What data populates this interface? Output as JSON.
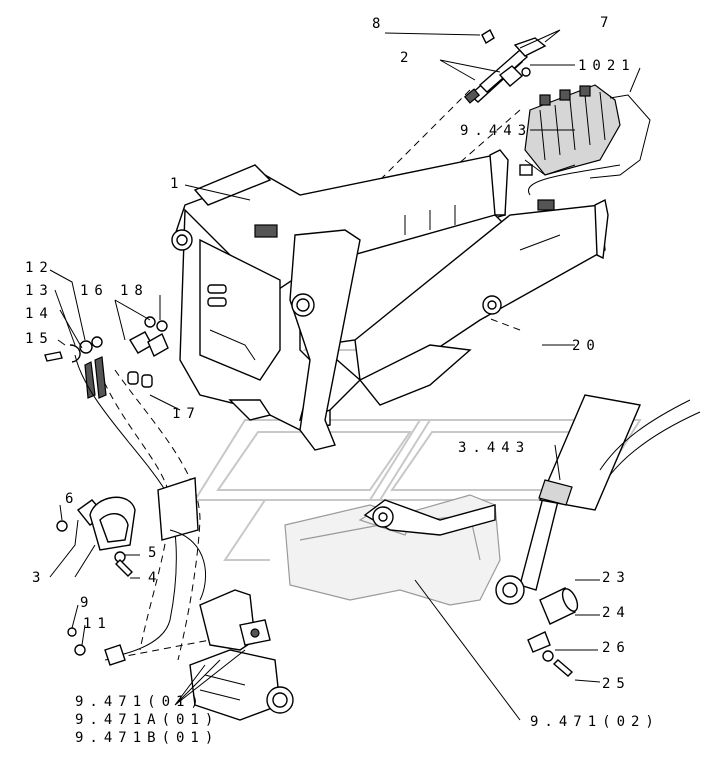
{
  "callouts": {
    "c1": "1",
    "c2": "2",
    "c3": "3",
    "c4": "4",
    "c5": "5",
    "c6": "6",
    "c7": "7",
    "c8": "8",
    "c9": "9",
    "c11": "11",
    "c12": "12",
    "c13": "13",
    "c14": "14",
    "c15": "15",
    "c16": "16",
    "c17": "17",
    "c18": "18",
    "c20": "20",
    "c23": "23",
    "c24": "24",
    "c25": "25",
    "c26": "26",
    "c1021": "1021"
  },
  "refs": {
    "r9443": "9.443",
    "r3443": "3.443",
    "r947101": "9.471(01)",
    "r947102": "9.471(02)",
    "r9471a01": "9.471A(01)",
    "r9471b01": "9.471B(01)"
  }
}
